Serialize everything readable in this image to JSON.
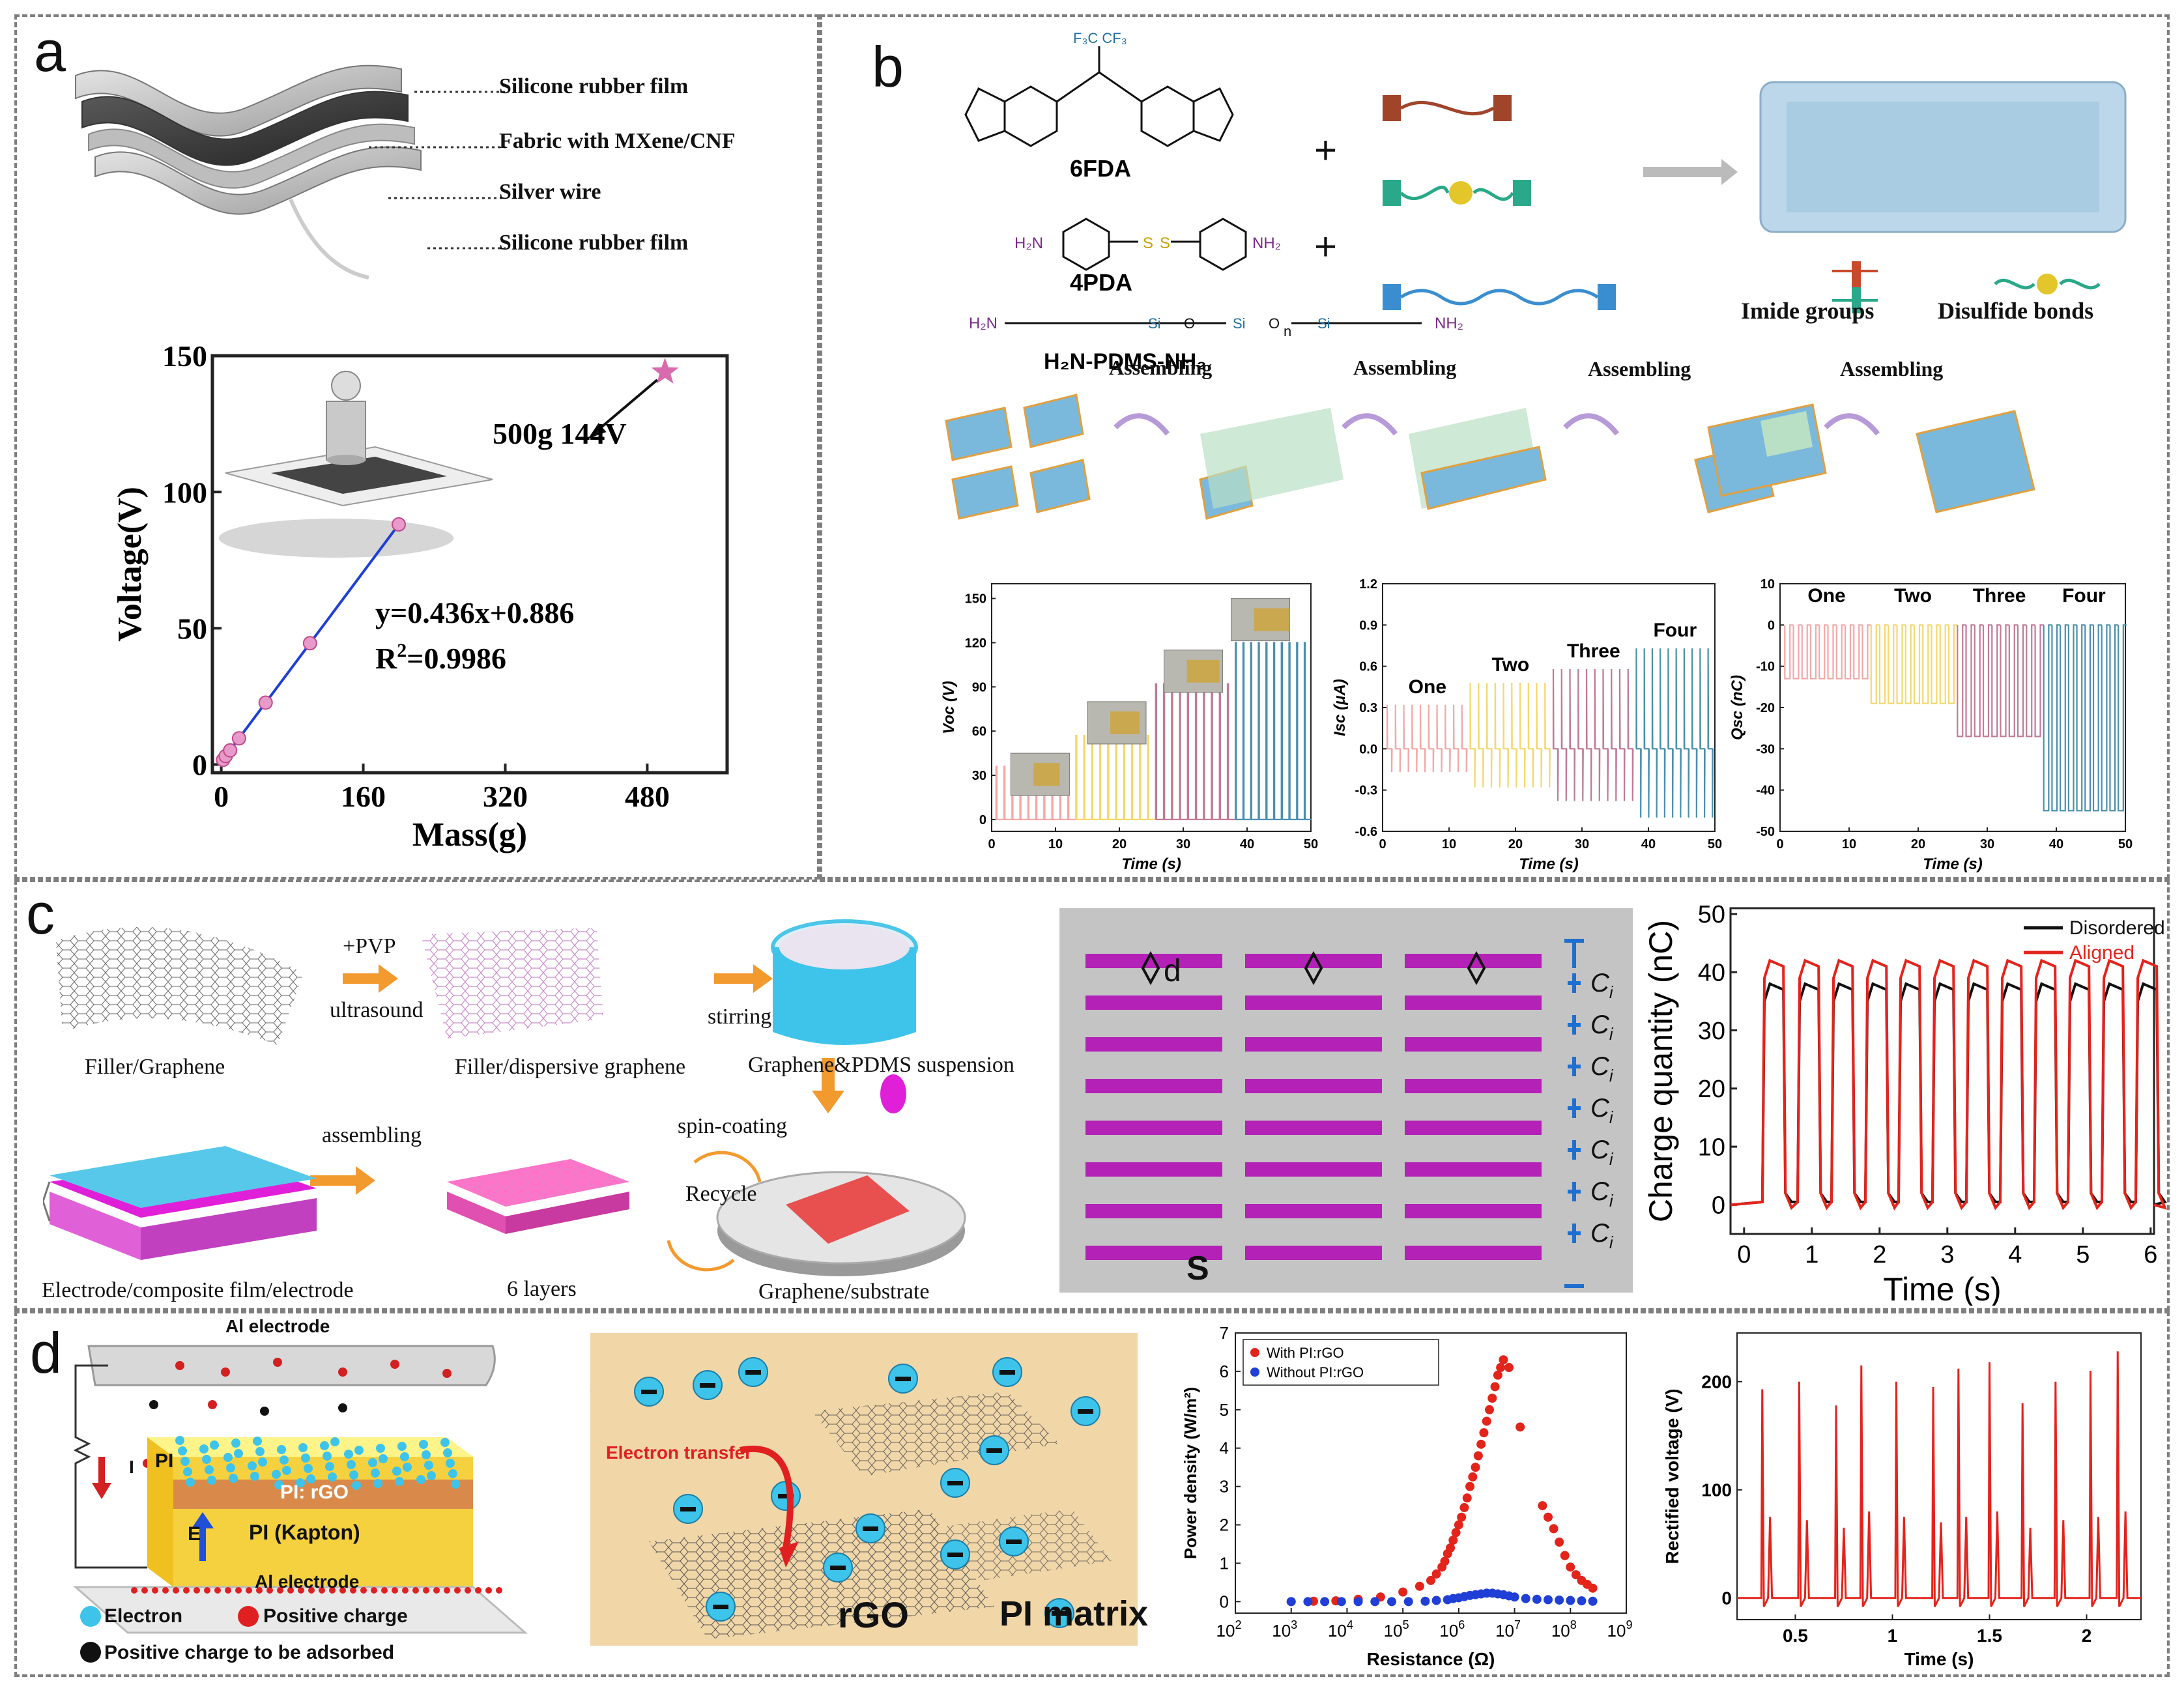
{
  "panel_a": {
    "label": "a",
    "layers": [
      "Silicone rubber film",
      "Fabric with MXene/CNF",
      "Silver wire",
      "Silicone rubber film"
    ],
    "annotation": "500g 144V",
    "equation": "y=0.436x+0.886",
    "r2_prefix": "R",
    "r2_sup": "2",
    "r2_value": "=0.9986"
  },
  "panel_b": {
    "label": "b",
    "chem": {
      "fdaname": "6FDA",
      "pdaname": "4PDA",
      "pdms": "H₂N-PDMS-NH₂",
      "cf3": "F₃C  CF₃",
      "h2n": "H₂N",
      "nh2": "NH₂",
      "s": "S",
      "si": "Si",
      "o": "O",
      "n": "n",
      "plus": "+"
    },
    "legend_imide": "Imide groups",
    "legend_disulfide": "Disulfide bonds",
    "assembling": [
      "Assembling",
      "Assembling",
      "Assembling",
      "Assembling"
    ]
  },
  "panel_c": {
    "label": "c",
    "labels": {
      "pvp": "+PVP",
      "ultrasound": "ultrasound",
      "stirring": "stirring",
      "filler": "Filler/Graphene",
      "dispersive": "Filler/dispersive graphene",
      "suspension": "Graphene&PDMS suspension",
      "assembling": "assembling",
      "spin": "spin-coating",
      "recycle": "Recycle",
      "electrode": "Electrode/composite film/electrode",
      "layers": "6 layers",
      "substrate": "Graphene/substrate"
    },
    "cap": {
      "d": "d",
      "s": "S",
      "ci": "C",
      "ci_sub": "i"
    }
  },
  "panel_d": {
    "label": "d",
    "labels": {
      "al_top": "Al electrode",
      "al_bottom": "Al electrode",
      "pi": "PI",
      "pirgo": "PI: rGO",
      "kapton": "PI (Kapton)",
      "e": "E",
      "i": "I",
      "electron": "Electron",
      "positive": "Positive charge",
      "adsorbed": "Positive charge to be adsorbed",
      "transfer": "Electron transfer",
      "rgo": "rGO",
      "matrix": "PI matrix"
    }
  },
  "chart_data": [
    {
      "id": "a-voltage-mass",
      "type": "scatter",
      "xlabel": "Mass(g)",
      "ylabel": "Voltage(V)",
      "xlim": [
        -10,
        570
      ],
      "ylim": [
        -3,
        150
      ],
      "xticks": [
        0,
        160,
        320,
        480
      ],
      "yticks": [
        0,
        50,
        100,
        150
      ],
      "series": [
        {
          "x": [
            2,
            5,
            10,
            20,
            50,
            100,
            200
          ],
          "y": [
            1.7,
            3.1,
            5.2,
            9.6,
            22.7,
            44.5,
            88.1
          ]
        }
      ],
      "fit": {
        "x": [
          0,
          200
        ],
        "y": [
          0.886,
          88.1
        ]
      },
      "highlight": {
        "x": 500,
        "y": 144
      }
    },
    {
      "id": "b-voc",
      "type": "line",
      "xlabel": "Time (s)",
      "ylabel": "Voc (V)",
      "xlim": [
        0,
        50
      ],
      "ylim": [
        -8,
        160
      ],
      "xticks": [
        0,
        10,
        20,
        30,
        40,
        50
      ],
      "yticks": [
        0,
        30,
        60,
        90,
        120,
        150
      ],
      "segments": [
        {
          "t0": 0.5,
          "t1": 13,
          "peak": 36,
          "color": "#f2a8a8"
        },
        {
          "t0": 13,
          "t1": 25.5,
          "peak": 57,
          "color": "#f5d76e"
        },
        {
          "t0": 25.5,
          "t1": 38,
          "peak": 92,
          "color": "#c07a95"
        },
        {
          "t0": 38,
          "t1": 50,
          "peak": 120,
          "color": "#4a8fae"
        }
      ]
    },
    {
      "id": "b-isc",
      "type": "line",
      "xlabel": "Time (s)",
      "ylabel": "Isc (μA)",
      "xlim": [
        0,
        50
      ],
      "ylim": [
        -0.6,
        1.2
      ],
      "xticks": [
        0,
        10,
        20,
        30,
        40,
        50
      ],
      "yticks": [
        -0.6,
        -0.3,
        0.0,
        0.3,
        0.6,
        0.9,
        1.2
      ],
      "annotations": [
        "One",
        "Two",
        "Three",
        "Four"
      ],
      "segments": [
        {
          "t0": 0.5,
          "t1": 13,
          "pos": 0.32,
          "neg": -0.17,
          "color": "#f2a8a8"
        },
        {
          "t0": 13,
          "t1": 25.5,
          "pos": 0.48,
          "neg": -0.28,
          "color": "#f5d76e"
        },
        {
          "t0": 25.5,
          "t1": 38,
          "pos": 0.58,
          "neg": -0.38,
          "color": "#c07a95"
        },
        {
          "t0": 38,
          "t1": 50,
          "pos": 0.73,
          "neg": -0.5,
          "color": "#4a8fae"
        }
      ]
    },
    {
      "id": "b-qsc",
      "type": "line",
      "xlabel": "Time (s)",
      "ylabel": "Qsc (nC)",
      "xlim": [
        0,
        50
      ],
      "ylim": [
        -50,
        10
      ],
      "xticks": [
        0,
        10,
        20,
        30,
        40,
        50
      ],
      "yticks": [
        -50,
        -40,
        -30,
        -20,
        -10,
        0,
        10
      ],
      "annotations": [
        "One",
        "Two",
        "Three",
        "Four"
      ],
      "segments": [
        {
          "t0": 0.5,
          "t1": 13,
          "low": -13,
          "color": "#f2a8a8"
        },
        {
          "t0": 13,
          "t1": 25.5,
          "low": -19,
          "color": "#f5d76e"
        },
        {
          "t0": 25.5,
          "t1": 38,
          "low": -27,
          "color": "#c07a95"
        },
        {
          "t0": 38,
          "t1": 50,
          "low": -45,
          "color": "#4a8fae"
        }
      ]
    },
    {
      "id": "c-charge",
      "type": "line",
      "xlabel": "Time (s)",
      "ylabel": "Charge quantity (nC)",
      "xlim": [
        -0.2,
        6.05
      ],
      "ylim": [
        -5,
        51
      ],
      "xticks": [
        0,
        1,
        2,
        3,
        4,
        5,
        6
      ],
      "yticks": [
        0,
        10,
        20,
        30,
        40,
        50
      ],
      "pulse_starts": [
        0.3,
        0.82,
        1.32,
        1.82,
        2.31,
        2.81,
        3.31,
        3.81,
        4.31,
        4.81,
        5.31,
        5.81
      ],
      "pulse_width": 0.28,
      "series": [
        {
          "name": "Disordered",
          "color": "#111111",
          "high": 38
        },
        {
          "name": "Aligned",
          "color": "#e3241b",
          "high": 42
        }
      ]
    },
    {
      "id": "d-power",
      "type": "scatter",
      "xlabel": "Resistance (Ω)",
      "ylabel": "Power density (W/m²)",
      "xscale": "log",
      "xlim_exp": [
        2,
        9
      ],
      "ylim": [
        -0.3,
        7
      ],
      "xtick_base": "10",
      "xtick_exps": [
        "2",
        "3",
        "4",
        "5",
        "6",
        "7",
        "8",
        "9"
      ],
      "yticks": [
        0,
        1,
        2,
        3,
        4,
        5,
        6,
        7
      ],
      "series": [
        {
          "name": "With PI:rGO",
          "color": "#e3241b",
          "logx": [
            3.0,
            3.4,
            3.8,
            4.2,
            4.6,
            5.0,
            5.3,
            5.5,
            5.6,
            5.7,
            5.75,
            5.8,
            5.85,
            5.9,
            5.95,
            6.0,
            6.05,
            6.1,
            6.15,
            6.2,
            6.25,
            6.3,
            6.35,
            6.4,
            6.45,
            6.5,
            6.55,
            6.6,
            6.65,
            6.7,
            6.75,
            6.8,
            6.9,
            7.1,
            7.5,
            7.6,
            7.7,
            7.8,
            7.9,
            8.0,
            8.1,
            8.2,
            8.3,
            8.4
          ],
          "y": [
            0.0,
            0.01,
            0.02,
            0.06,
            0.12,
            0.25,
            0.4,
            0.55,
            0.72,
            0.9,
            1.05,
            1.25,
            1.4,
            1.6,
            1.8,
            2.0,
            2.2,
            2.45,
            2.7,
            3.0,
            3.25,
            3.5,
            3.8,
            4.1,
            4.4,
            4.7,
            5.0,
            5.3,
            5.6,
            5.9,
            6.1,
            6.3,
            6.1,
            4.55,
            2.5,
            2.2,
            1.9,
            1.55,
            1.2,
            0.9,
            0.7,
            0.55,
            0.45,
            0.35
          ]
        },
        {
          "name": "Without PI:rGO",
          "color": "#1f3fd6",
          "logx": [
            3.0,
            3.3,
            3.6,
            3.9,
            4.2,
            4.5,
            4.8,
            5.1,
            5.4,
            5.6,
            5.8,
            5.9,
            6.0,
            6.1,
            6.2,
            6.3,
            6.4,
            6.5,
            6.6,
            6.7,
            6.8,
            6.9,
            7.0,
            7.2,
            7.4,
            7.6,
            7.8,
            8.0,
            8.2,
            8.4
          ],
          "y": [
            0,
            0,
            0,
            0,
            0,
            0,
            0,
            0,
            0.01,
            0.03,
            0.05,
            0.08,
            0.1,
            0.13,
            0.16,
            0.18,
            0.2,
            0.22,
            0.22,
            0.2,
            0.18,
            0.15,
            0.12,
            0.08,
            0.06,
            0.05,
            0.04,
            0.03,
            0.02,
            0.01
          ]
        }
      ]
    },
    {
      "id": "d-rectified",
      "type": "line",
      "xlabel": "Time (s)",
      "ylabel": "Rectified voltage (V)",
      "xlim": [
        0.2,
        2.28
      ],
      "ylim": [
        -20,
        245
      ],
      "xticks": [
        0.5,
        1.0,
        1.5,
        2.0
      ],
      "yticks": [
        0,
        100,
        200
      ],
      "peaks": [
        {
          "t": 0.33,
          "v": 193,
          "s": 75
        },
        {
          "t": 0.52,
          "v": 200,
          "s": 72
        },
        {
          "t": 0.71,
          "v": 178,
          "s": 65
        },
        {
          "t": 0.84,
          "v": 215,
          "s": 80
        },
        {
          "t": 1.02,
          "v": 200,
          "s": 75
        },
        {
          "t": 1.21,
          "v": 195,
          "s": 70
        },
        {
          "t": 1.34,
          "v": 212,
          "s": 75
        },
        {
          "t": 1.5,
          "v": 218,
          "s": 80
        },
        {
          "t": 1.67,
          "v": 180,
          "s": 65
        },
        {
          "t": 1.84,
          "v": 200,
          "s": 72
        },
        {
          "t": 2.02,
          "v": 210,
          "s": 75
        },
        {
          "t": 2.16,
          "v": 228,
          "s": 80
        }
      ]
    }
  ]
}
